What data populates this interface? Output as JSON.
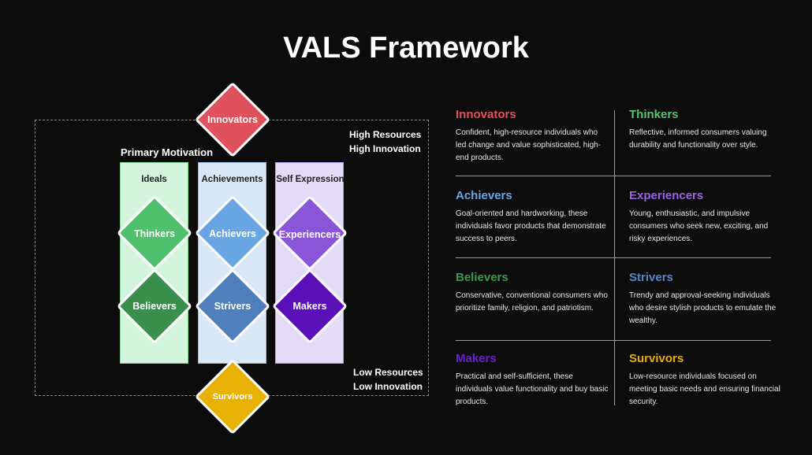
{
  "title": "VALS Framework",
  "diagram": {
    "high_resources": "High Resources",
    "high_innovation": "High Innovation",
    "low_resources": "Low Resources",
    "low_innovation": "Low Innovation",
    "primary_motivation": "Primary Motivation",
    "columns": [
      "Ideals",
      "Achievements",
      "Self Expression"
    ],
    "top": "Innovators",
    "bottom": "Survivors",
    "row1": [
      "Thinkers",
      "Achievers",
      "Experiencers"
    ],
    "row2": [
      "Believers",
      "Strivers",
      "Makers"
    ],
    "colors": {
      "innovators": "#e0515e",
      "thinkers": "#4fc06b",
      "achievers": "#6aa6e3",
      "experiencers": "#8a55d8",
      "believers": "#3b8f4d",
      "strivers": "#4f80bd",
      "makers": "#5a0fb8",
      "survivors": "#e7b106"
    }
  },
  "descriptions": [
    {
      "title": "Innovators",
      "color": "#e8515b",
      "text": "Confident, high-resource individuals who led change and value sophisticated, high-end products."
    },
    {
      "title": "Thinkers",
      "color": "#56c46e",
      "text": "Reflective, informed consumers valuing durability and functionality over style."
    },
    {
      "title": "Achievers",
      "color": "#6aa6e3",
      "text": "Goal-oriented and hardworking, these individuals favor products that demonstrate success to peers."
    },
    {
      "title": "Experiencers",
      "color": "#9a63e3",
      "text": "Young, enthusiastic, and impulsive consumers who seek new, exciting, and risky experiences."
    },
    {
      "title": "Believers",
      "color": "#41974f",
      "text": "Conservative, conventional consumers who prioritize family, religion, and patriotism."
    },
    {
      "title": "Strivers",
      "color": "#5a87c2",
      "text": "Trendy and approval-seeking individuals who desire stylish products to emulate the wealthy."
    },
    {
      "title": "Makers",
      "color": "#6a1fd0",
      "text": "Practical and self-sufficient, these individuals value functionality and buy basic products."
    },
    {
      "title": "Survivors",
      "color": "#e5ad0a",
      "text": "Low-resource individuals focused on meeting basic needs and ensuring financial security."
    }
  ]
}
